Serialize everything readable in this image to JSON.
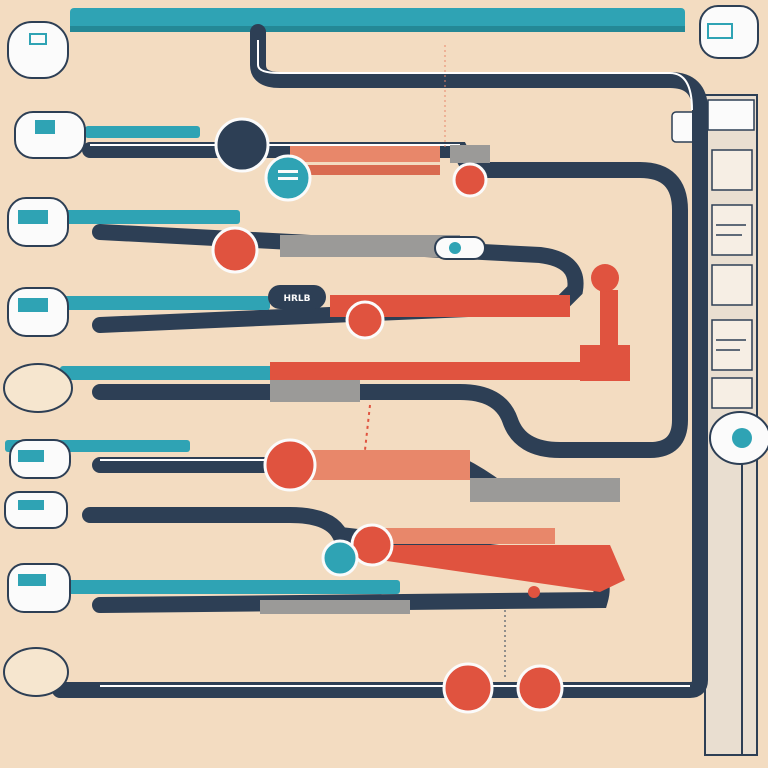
{
  "diagram": {
    "badge_text": "HRLB",
    "colors": {
      "background": "#f3dcc1",
      "navy": "#2d3f55",
      "teal": "#2fa3b4",
      "coral": "#e0533f",
      "salmon": "#e8876a",
      "gray": "#9b9a98",
      "white": "#fbfbfb",
      "panel": "#e9ded0"
    },
    "icons": {
      "node_icon": "device-box-icon",
      "badge_icon": "bolt-icon",
      "panel_icon": "document-icon"
    },
    "source_node_count": 10,
    "connector_count": 8
  }
}
